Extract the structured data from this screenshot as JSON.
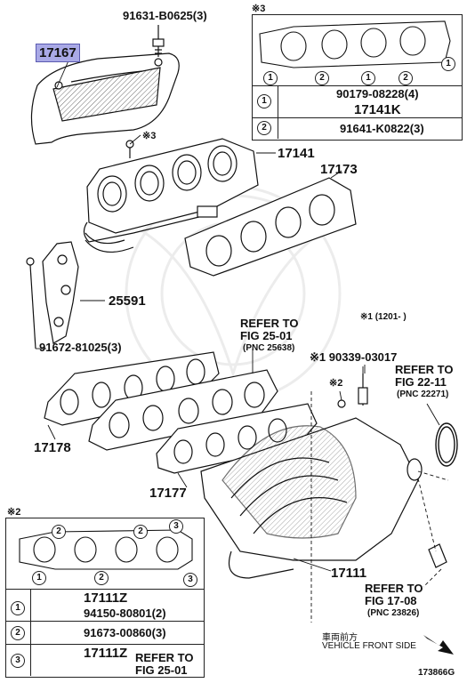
{
  "labels": {
    "bolt_91631": "91631-B0625(3)",
    "heat_insulator": "17167",
    "star3_a": "※3",
    "exhaust_manifold": "17141",
    "exhaust_gasket": "17173",
    "stay_25591": "25591",
    "bolt_91672": "91672-81025(3)",
    "refer_2501_l1": "REFER TO",
    "refer_2501_l2": "FIG 25-01",
    "refer_2501_pnc": "(PNC 25638)",
    "note_1201": "※1 (1201-      )",
    "part_90339": "※1 90339-03017",
    "refer_2211_l1": "REFER TO",
    "refer_2211_l2": "FIG 22-11",
    "refer_2211_pnc": "(PNC 22271)",
    "star2_a": "※2",
    "intake_gasket_left": "17178",
    "intake_gasket_right": "17177",
    "intake_manifold": "17111",
    "refer_1708_l1": "REFER TO",
    "refer_1708_l2": "FIG 17-08",
    "refer_1708_pnc": "(PNC 23826)",
    "front_jp": "車両前方",
    "front_en": "VEHICLE FRONT SIDE",
    "fig_id": "173866G"
  },
  "inset_top": {
    "title": "※3",
    "rows": [
      {
        "num": "1",
        "part": "90179-08228(4)",
        "sub": "17141K"
      },
      {
        "num": "2",
        "part": "91641-K0822(3)"
      }
    ]
  },
  "inset_bottom": {
    "title": "※2",
    "rows": [
      {
        "num": "1",
        "part": "17111Z",
        "sub": "94150-80801(2)"
      },
      {
        "num": "2",
        "part": "91673-00860(3)"
      },
      {
        "num": "3",
        "part": "17111Z",
        "sub": "REFER TO",
        "sub2": "FIG 25-01"
      }
    ]
  }
}
